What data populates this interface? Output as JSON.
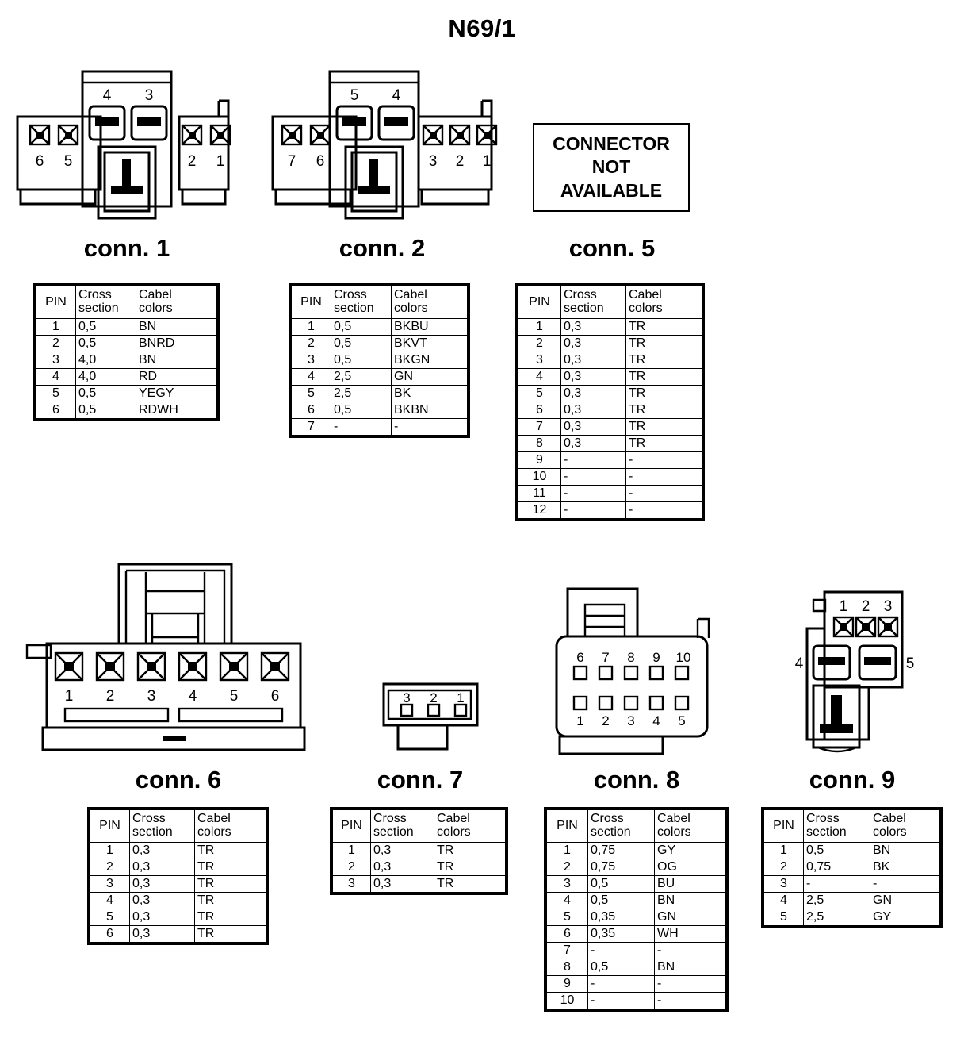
{
  "title": "N69/1",
  "table_headers": {
    "pin": "PIN",
    "cross_section_l1": "Cross",
    "cross_section_l2": "section",
    "cable_colors_l1": "Cabel",
    "cable_colors_l2": "colors"
  },
  "not_available_box": {
    "line1": "CONNECTOR",
    "line2": "NOT",
    "line3": "AVAILABLE"
  },
  "connectors": [
    {
      "id": "conn1",
      "label": "conn. 1",
      "drawing_pins": {
        "center": [
          "4",
          "3"
        ],
        "left": [
          "6",
          "5"
        ],
        "right": [
          "2",
          "1"
        ]
      },
      "rows": [
        {
          "pin": "1",
          "cross_section": "0,5",
          "cable_colors": "BN"
        },
        {
          "pin": "2",
          "cross_section": "0,5",
          "cable_colors": "BNRD"
        },
        {
          "pin": "3",
          "cross_section": "4,0",
          "cable_colors": "BN"
        },
        {
          "pin": "4",
          "cross_section": "4,0",
          "cable_colors": "RD"
        },
        {
          "pin": "5",
          "cross_section": "0,5",
          "cable_colors": "YEGY"
        },
        {
          "pin": "6",
          "cross_section": "0,5",
          "cable_colors": "RDWH"
        }
      ]
    },
    {
      "id": "conn2",
      "label": "conn. 2",
      "drawing_pins": {
        "center": [
          "5",
          "4"
        ],
        "left": [
          "7",
          "6"
        ],
        "right": [
          "3",
          "2",
          "1"
        ]
      },
      "rows": [
        {
          "pin": "1",
          "cross_section": "0,5",
          "cable_colors": "BKBU"
        },
        {
          "pin": "2",
          "cross_section": "0,5",
          "cable_colors": "BKVT"
        },
        {
          "pin": "3",
          "cross_section": "0,5",
          "cable_colors": "BKGN"
        },
        {
          "pin": "4",
          "cross_section": "2,5",
          "cable_colors": "GN"
        },
        {
          "pin": "5",
          "cross_section": "2,5",
          "cable_colors": "BK"
        },
        {
          "pin": "6",
          "cross_section": "0,5",
          "cable_colors": "BKBN"
        },
        {
          "pin": "7",
          "cross_section": "-",
          "cable_colors": "-"
        }
      ]
    },
    {
      "id": "conn5",
      "label": "conn. 5",
      "drawing_pins": {},
      "rows": [
        {
          "pin": "1",
          "cross_section": "0,3",
          "cable_colors": "TR"
        },
        {
          "pin": "2",
          "cross_section": "0,3",
          "cable_colors": "TR"
        },
        {
          "pin": "3",
          "cross_section": "0,3",
          "cable_colors": "TR"
        },
        {
          "pin": "4",
          "cross_section": "0,3",
          "cable_colors": "TR"
        },
        {
          "pin": "5",
          "cross_section": "0,3",
          "cable_colors": "TR"
        },
        {
          "pin": "6",
          "cross_section": "0,3",
          "cable_colors": "TR"
        },
        {
          "pin": "7",
          "cross_section": "0,3",
          "cable_colors": "TR"
        },
        {
          "pin": "8",
          "cross_section": "0,3",
          "cable_colors": "TR"
        },
        {
          "pin": "9",
          "cross_section": "-",
          "cable_colors": "-"
        },
        {
          "pin": "10",
          "cross_section": "-",
          "cable_colors": "-"
        },
        {
          "pin": "11",
          "cross_section": "-",
          "cable_colors": "-"
        },
        {
          "pin": "12",
          "cross_section": "-",
          "cable_colors": "-"
        }
      ]
    },
    {
      "id": "conn6",
      "label": "conn. 6",
      "drawing_pins": {
        "row": [
          "1",
          "2",
          "3",
          "4",
          "5",
          "6"
        ]
      },
      "rows": [
        {
          "pin": "1",
          "cross_section": "0,3",
          "cable_colors": "TR"
        },
        {
          "pin": "2",
          "cross_section": "0,3",
          "cable_colors": "TR"
        },
        {
          "pin": "3",
          "cross_section": "0,3",
          "cable_colors": "TR"
        },
        {
          "pin": "4",
          "cross_section": "0,3",
          "cable_colors": "TR"
        },
        {
          "pin": "5",
          "cross_section": "0,3",
          "cable_colors": "TR"
        },
        {
          "pin": "6",
          "cross_section": "0,3",
          "cable_colors": "TR"
        }
      ]
    },
    {
      "id": "conn7",
      "label": "conn. 7",
      "drawing_pins": {
        "row": [
          "3",
          "2",
          "1"
        ]
      },
      "rows": [
        {
          "pin": "1",
          "cross_section": "0,3",
          "cable_colors": "TR"
        },
        {
          "pin": "2",
          "cross_section": "0,3",
          "cable_colors": "TR"
        },
        {
          "pin": "3",
          "cross_section": "0,3",
          "cable_colors": "TR"
        }
      ]
    },
    {
      "id": "conn8",
      "label": "conn. 8",
      "drawing_pins": {
        "top_row": [
          "6",
          "7",
          "8",
          "9",
          "10"
        ],
        "bottom_row": [
          "1",
          "2",
          "3",
          "4",
          "5"
        ]
      },
      "rows": [
        {
          "pin": "1",
          "cross_section": "0,75",
          "cable_colors": "GY"
        },
        {
          "pin": "2",
          "cross_section": "0,75",
          "cable_colors": "OG"
        },
        {
          "pin": "3",
          "cross_section": "0,5",
          "cable_colors": "BU"
        },
        {
          "pin": "4",
          "cross_section": "0,5",
          "cable_colors": "BN"
        },
        {
          "pin": "5",
          "cross_section": "0,35",
          "cable_colors": "GN"
        },
        {
          "pin": "6",
          "cross_section": "0,35",
          "cable_colors": "WH"
        },
        {
          "pin": "7",
          "cross_section": "-",
          "cable_colors": "-"
        },
        {
          "pin": "8",
          "cross_section": "0,5",
          "cable_colors": "BN"
        },
        {
          "pin": "9",
          "cross_section": "-",
          "cable_colors": "-"
        },
        {
          "pin": "10",
          "cross_section": "-",
          "cable_colors": "-"
        }
      ]
    },
    {
      "id": "conn9",
      "label": "conn. 9",
      "drawing_pins": {
        "top_row": [
          "1",
          "2",
          "3"
        ],
        "left": [
          "4"
        ],
        "right": [
          "5"
        ]
      },
      "rows": [
        {
          "pin": "1",
          "cross_section": "0,5",
          "cable_colors": "BN"
        },
        {
          "pin": "2",
          "cross_section": "0,75",
          "cable_colors": "BK"
        },
        {
          "pin": "3",
          "cross_section": "-",
          "cable_colors": "-"
        },
        {
          "pin": "4",
          "cross_section": "2,5",
          "cable_colors": "GN"
        },
        {
          "pin": "5",
          "cross_section": "2,5",
          "cable_colors": "GY"
        }
      ]
    }
  ]
}
